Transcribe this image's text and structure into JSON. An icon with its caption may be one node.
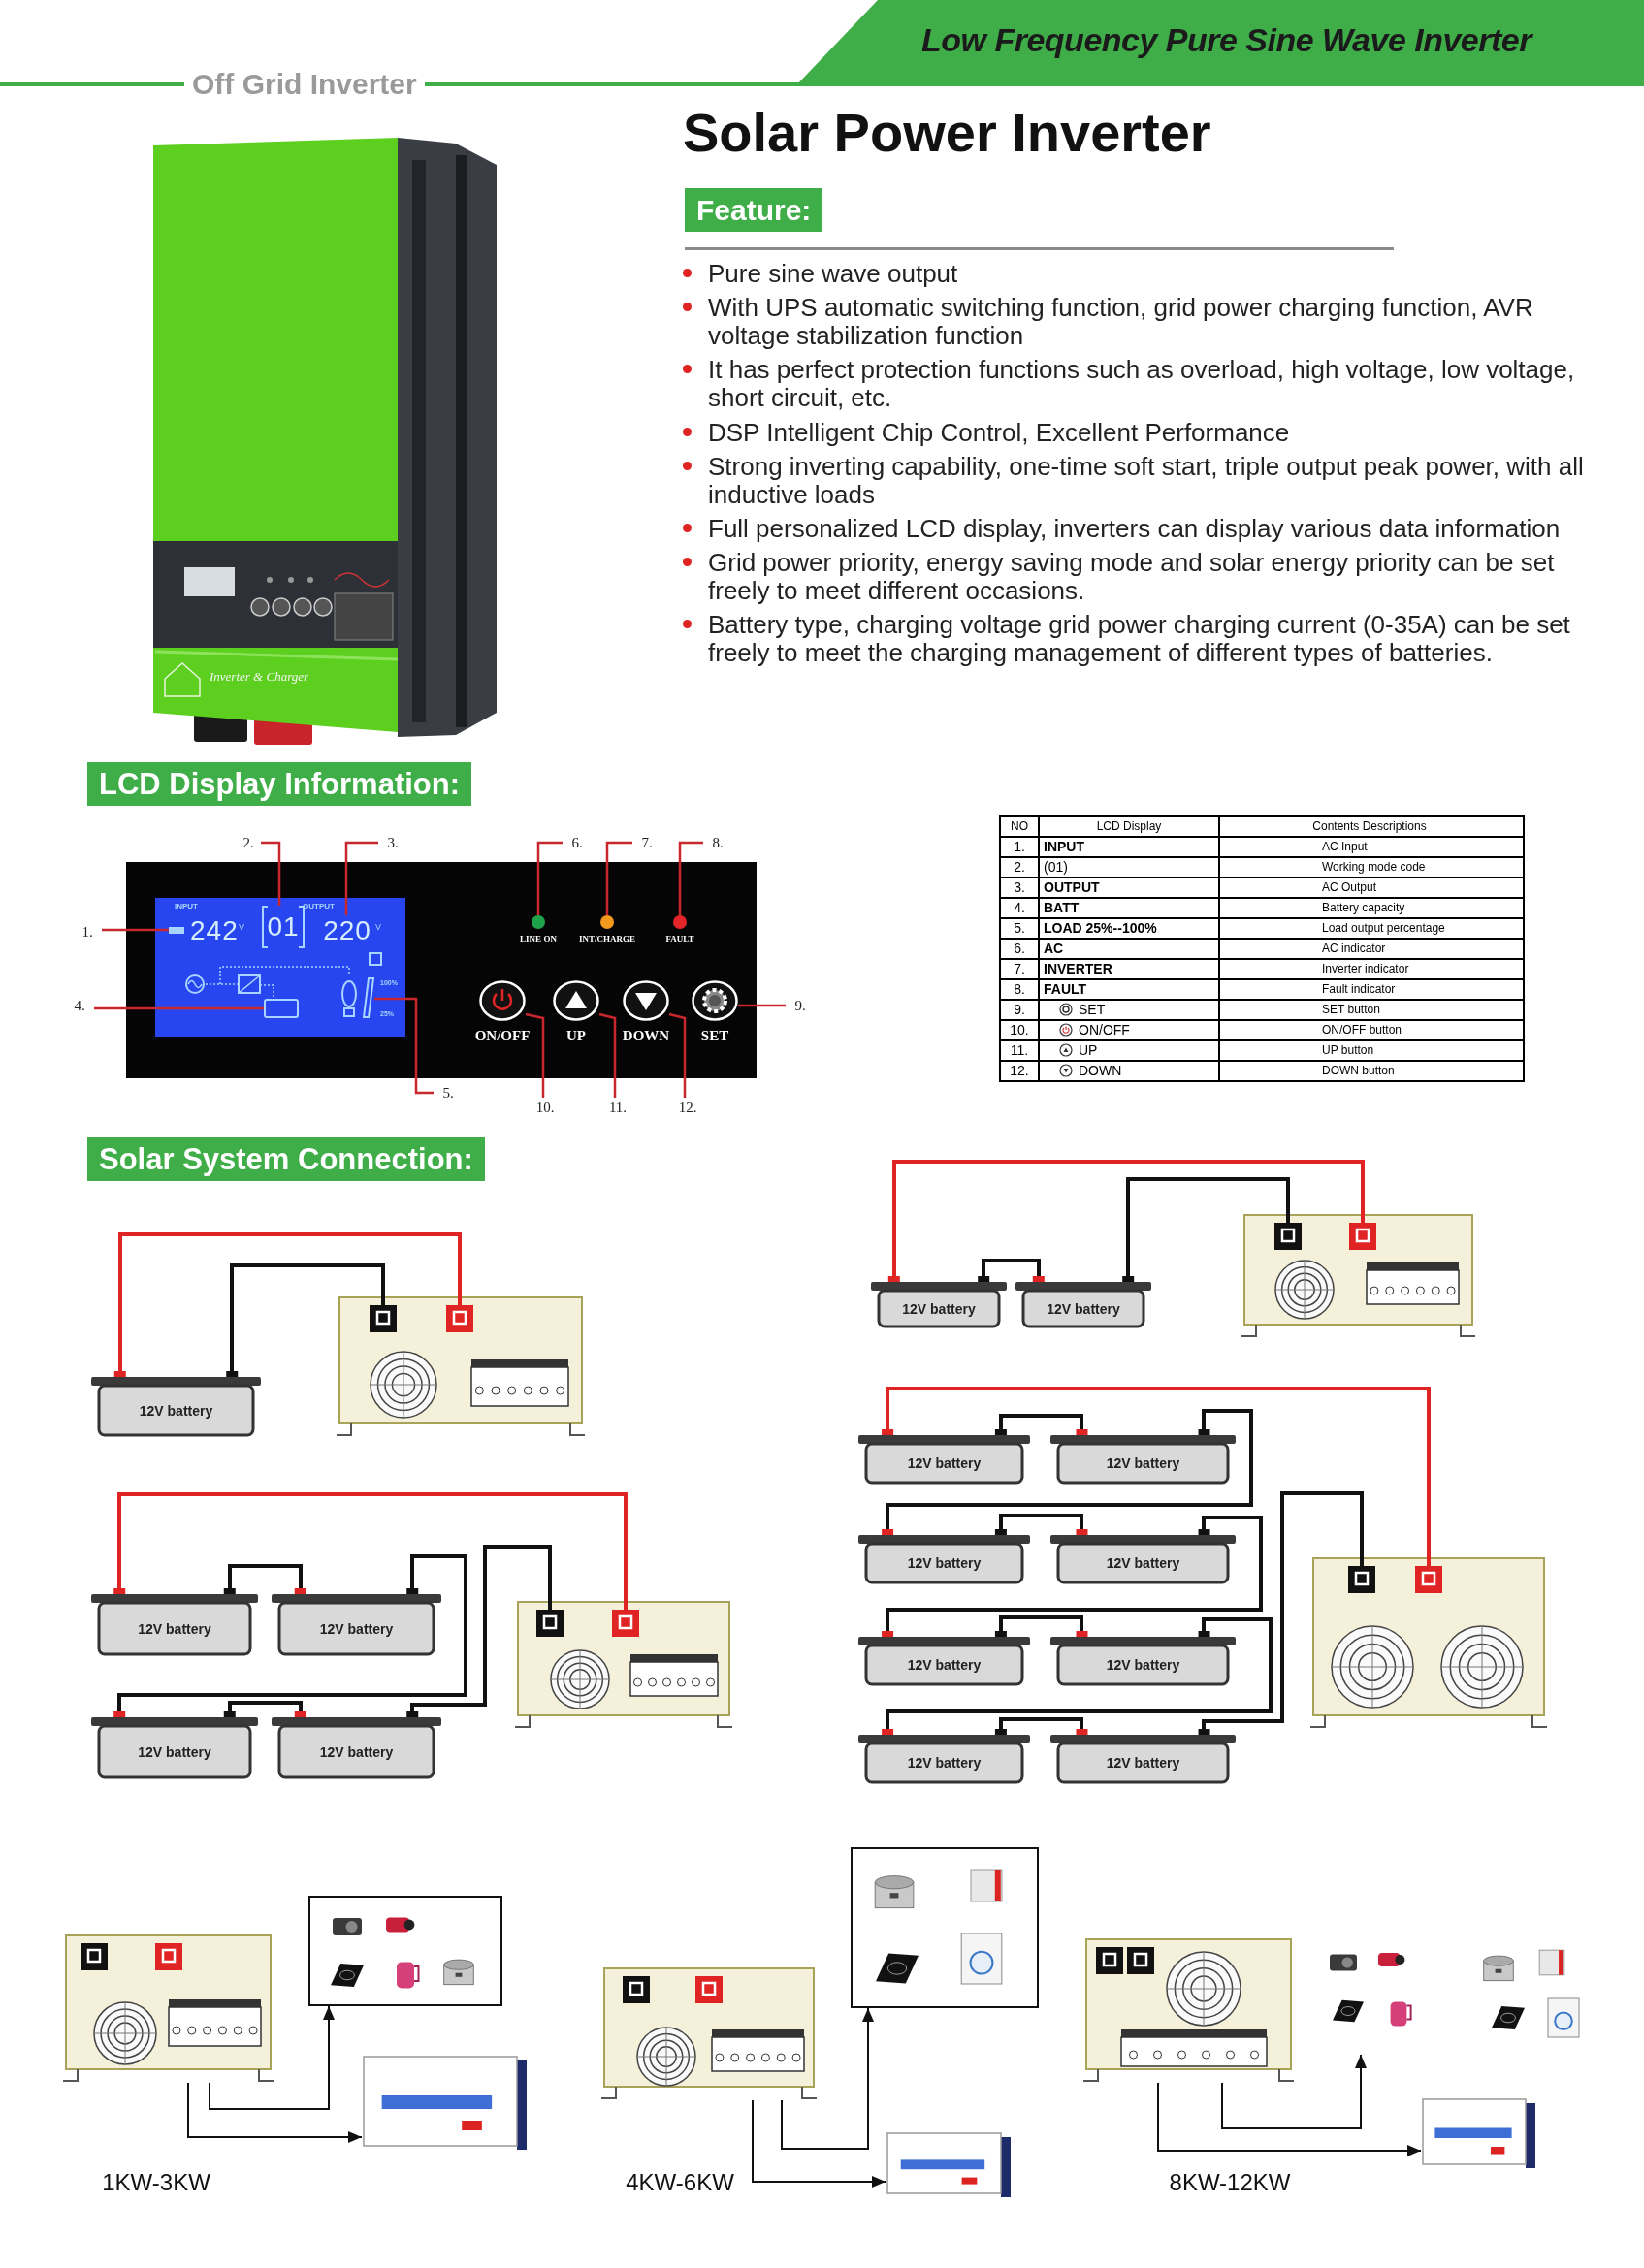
{
  "diagram": {
    "title": "Solar Power Inverter",
    "nodes": [
      {
        "text": [
          "1."
        ]
      },
      {
        "text": [
          "2."
        ]
      },
      {
        "text": [
          "3."
        ]
      },
      {
        "text": [
          "4."
        ]
      },
      {
        "text": [
          "5."
        ]
      },
      {
        "text": [
          "6."
        ]
      },
      {
        "text": [
          "7."
        ]
      },
      {
        "text": [
          "8."
        ]
      },
      {
        "text": [
          "9."
        ]
      },
      {
        "text": [
          "10."
        ]
      },
      {
        "text": [
          "11."
        ]
      },
      {
        "text": [
          "12."
        ]
      },
      {
        "text": [
          "12V battery"
        ]
      },
      {
        "text": [],
        "shape": "picture"
      },
      {
        "text": [
          "12V battery"
        ]
      },
      {
        "text": [
          "12V battery"
        ]
      },
      {
        "text": [],
        "shape": "picture"
      },
      {
        "text": [
          "12V battery"
        ]
      },
      {
        "text": [
          "12V battery"
        ]
      },
      {
        "text": [
          "12V battery"
        ]
      },
      {
        "text": [
          "12V battery"
        ]
      },
      {
        "text": [],
        "shape": "picture"
      },
      {
        "text": [
          "12V battery"
        ]
      },
      {
        "text": [
          "12V battery"
        ]
      },
      {
        "text": [
          "12V battery"
        ]
      },
      {
        "text": [
          "12V battery"
        ]
      },
      {
        "text": [
          "12V battery"
        ]
      },
      {
        "text": [
          "12V battery"
        ]
      },
      {
        "text": [
          "12V battery"
        ]
      },
      {
        "text": [
          "12V battery"
        ]
      },
      {
        "text": [],
        "shape": "picture"
      },
      {
        "text": [],
        "shape": "picture"
      },
      {
        "text": [],
        "shape": "picture"
      },
      {
        "text": [],
        "shape": "picture"
      },
      {
        "text": [],
        "shape": "picture"
      },
      {
        "text": [],
        "shape": "picture"
      },
      {
        "text": [],
        "shape": "picture"
      },
      {
        "text": [],
        "shape": "picture"
      },
      {
        "text": [],
        "shape": "picture"
      },
      {
        "text": [],
        "shape": "picture"
      },
      {
        "text": [],
        "shape": "box"
      },
      {
        "text": [
          "01"
        ]
      },
      {
        "text": [
          "220"
        ]
      },
      {
        "text": [],
        "shape": "box"
      },
      {
        "text": [],
        "shape": "bar"
      },
      {
        "text": [],
        "shape": "circle"
      },
      {
        "text": [],
        "shape": "circle"
      },
      {
        "text": [],
        "shape": "circle"
      },
      {
        "text": [],
        "shape": "circle"
      },
      {
        "text": [],
        "shape": "circle"
      },
      {
        "text": [],
        "shape": "circle"
      },
      {
        "text": [],
        "shape": "circle"
      }
    ],
    "edges": [
      {
        "from": 0,
        "to": 40,
        "arrow": "none",
        "color": "#c8282d"
      },
      {
        "from": 1,
        "to": 41,
        "arrow": "none",
        "color": "#c8282d"
      },
      {
        "from": 2,
        "to": 42,
        "arrow": "none",
        "color": "#c8282d"
      },
      {
        "from": 3,
        "to": 43,
        "arrow": "none",
        "color": "#c8282d"
      },
      {
        "from": 4,
        "to": 44,
        "arrow": "none",
        "color": "#c8282d"
      },
      {
        "from": 5,
        "to": 45,
        "arrow": "none",
        "color": "#c8282d"
      },
      {
        "from": 6,
        "to": 46,
        "arrow": "none",
        "color": "#c8282d"
      },
      {
        "from": 7,
        "to": 47,
        "arrow": "none",
        "color": "#c8282d"
      },
      {
        "from": 8,
        "to": 51,
        "arrow": "none",
        "color": "#c8282d"
      },
      {
        "from": 9,
        "to": 48,
        "arrow": "none",
        "color": "#c8282d"
      },
      {
        "from": 10,
        "to": 49,
        "arrow": "none",
        "color": "#c8282d"
      },
      {
        "from": 11,
        "to": 50,
        "arrow": "none",
        "color": "#c8282d"
      },
      {
        "from": 12,
        "to": 13,
        "arrow": "none",
        "color": "#e02424"
      },
      {
        "from": 12,
        "to": 13,
        "arrow": "none"
      },
      {
        "from": 14,
        "to": 16,
        "arrow": "none",
        "color": "#e02424"
      },
      {
        "from": 14,
        "to": 15,
        "arrow": "none"
      },
      {
        "from": 15,
        "to": 16,
        "arrow": "none"
      },
      {
        "from": 17,
        "to": 21,
        "arrow": "none",
        "color": "#e02424"
      },
      {
        "from": 17,
        "to": 18,
        "arrow": "none"
      },
      {
        "from": 18,
        "to": 19,
        "arrow": "none"
      },
      {
        "from": 19,
        "to": 20,
        "arrow": "none"
      },
      {
        "from": 20,
        "to": 21,
        "arrow": "none"
      },
      {
        "from": 22,
        "to": 30,
        "arrow": "none",
        "color": "#e02424"
      },
      {
        "from": 22,
        "to": 23,
        "arrow": "none"
      },
      {
        "from": 23,
        "to": 24,
        "arrow": "none"
      },
      {
        "from": 24,
        "to": 25,
        "arrow": "none"
      },
      {
        "from": 25,
        "to": 26,
        "arrow": "none"
      },
      {
        "from": 26,
        "to": 27,
        "arrow": "none"
      },
      {
        "from": 27,
        "to": 28,
        "arrow": "none"
      },
      {
        "from": 28,
        "to": 29,
        "arrow": "none"
      },
      {
        "from": 29,
        "to": 30,
        "arrow": "none"
      },
      {
        "from": 31,
        "to": 32,
        "arrow": "to"
      },
      {
        "from": 31,
        "to": 33,
        "arrow": "to"
      },
      {
        "from": 34,
        "to": 35,
        "arrow": "to"
      },
      {
        "from": 34,
        "to": 36,
        "arrow": "to"
      },
      {
        "from": 37,
        "to": 38,
        "arrow": "to"
      },
      {
        "from": 37,
        "to": 39,
        "arrow": "to"
      }
    ],
    "labels": [
      "Low Frequency Pure Sine Wave Inverter",
      "Off Grid Inverter",
      "Inverter & Charger",
      "Feature:",
      "Pure sine wave output",
      "With UPS automatic switching function, grid power charging function, AVR voltage stabilization function",
      "It has perfect protection functions such as overload, high voltage, low voltage, short circuit, etc.",
      "DSP Intelligent Chip Control, Excellent Performance",
      "Strong inverting capability, one-time soft start, triple output peak power, with all inductive loads",
      "Full personalized LCD display, inverters can display various data information",
      "Grid power priority, energy saving mode and solar energy priority can be set freely to meet different occasions.",
      "Battery type, charging voltage grid power charging current (0-35A) can be set freely to meet the charging management of different types of batteries.",
      "LCD Display Information:",
      "INPUT",
      "242",
      "V",
      "OUTPUT",
      "V",
      "100%",
      "25%",
      "LINE ON",
      "INT/CHARGE",
      "FAULT",
      "ON/OFF",
      "UP",
      "DOWN",
      "SET",
      "NO",
      "LCD Display",
      "Contents Descriptions",
      "1.",
      "INPUT",
      "AC Input",
      "2.",
      "(01)",
      "Working mode code",
      "3.",
      "OUTPUT",
      "AC Output",
      "4.",
      "BATT",
      "Battery capacity",
      "5.",
      "LOAD 25%--100%",
      "Load output percentage",
      "6.",
      "AC",
      "AC indicator",
      "7.",
      "INVERTER",
      "Inverter indicator",
      "8.",
      "FAULT",
      "Fault indicator",
      "9.",
      "SET",
      "SET button",
      "10.",
      "ON/OFF",
      "ON/OFF button",
      "11.",
      "UP",
      "UP button",
      "12.",
      "DOWN",
      "DOWN button",
      "Solar System Connection:",
      "1KW-3KW",
      "4KW-6KW",
      "8KW-12KW"
    ]
  }
}
